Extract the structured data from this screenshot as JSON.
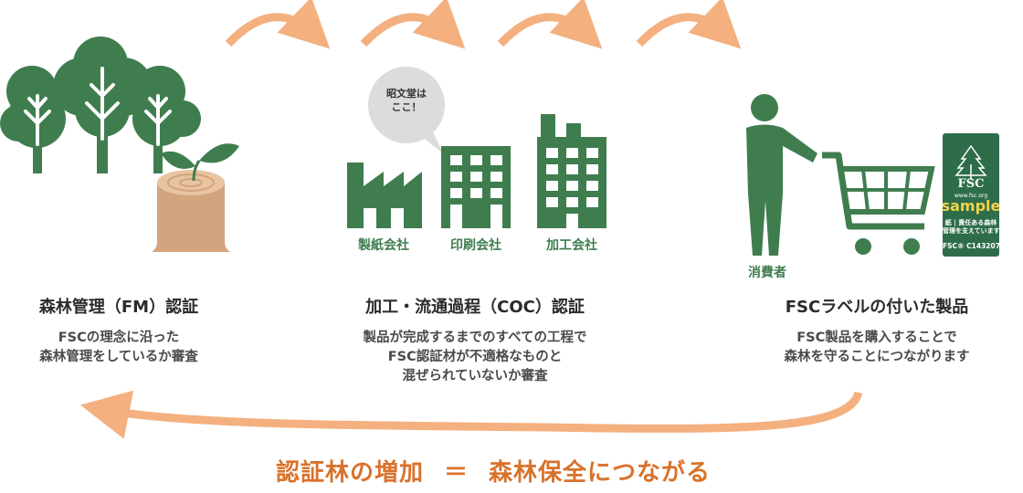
{
  "stages": [
    {
      "heading": "森林管理（FM）認証",
      "desc": [
        "FSCの理念に沿った",
        "森林管理をしているか審査"
      ]
    },
    {
      "heading": "加工・流通過程（COC）認証",
      "desc": [
        "製品が完成するまでのすべての工程で",
        "FSC認証材が不適格なものと",
        "混ぜられていないか審査"
      ]
    },
    {
      "heading": "FSCラベルの付いた製品",
      "desc": [
        "FSC製品を購入することで",
        "森林を守ることにつながります"
      ]
    }
  ],
  "buildings": [
    {
      "label": "製紙会社",
      "icon": "factory-icon"
    },
    {
      "label": "印刷会社",
      "icon": "office-building-icon"
    },
    {
      "label": "加工会社",
      "icon": "tall-building-icon"
    }
  ],
  "bubble_lines": [
    "昭文堂は",
    "ここ！"
  ],
  "consumer_label": "消費者",
  "fsc_label": {
    "brand": "FSC",
    "url": "www.fsc.org",
    "watermark": "sample",
    "lines": [
      "紙 | 責任ある森林",
      "管理を支えています"
    ],
    "code": "FSC® C143207"
  },
  "bottom": {
    "left": "認証林の増加",
    "equals": "＝",
    "right": "森林保全につながる"
  },
  "colors": {
    "green": "#3f7d4f",
    "orange": "#f4b07f",
    "stump": "#d4a47f",
    "text_orange": "#d9722b"
  }
}
